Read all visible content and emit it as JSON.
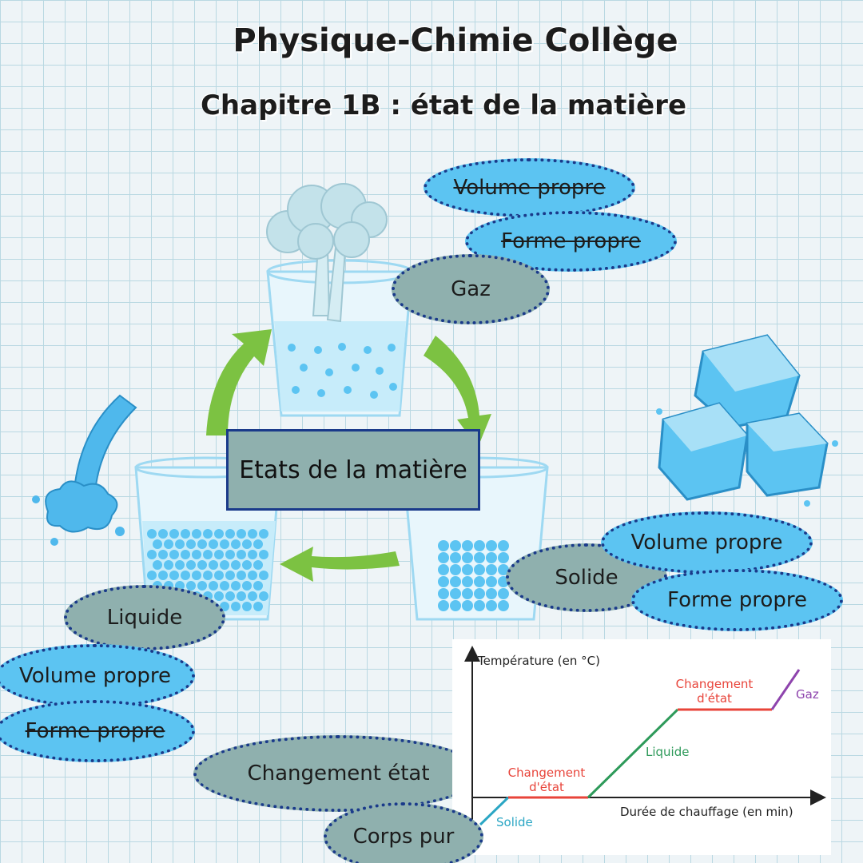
{
  "header": {
    "title": "Physique-Chimie Collège",
    "subtitle": "Chapitre 1B : état de la matière"
  },
  "center": {
    "label": "Etats de la matière"
  },
  "gaz": {
    "label": "Gaz",
    "properties": [
      "Volume propre",
      "Forme propre"
    ],
    "struck": [
      true,
      true
    ]
  },
  "solide": {
    "label": "Solide",
    "properties": [
      "Volume propre",
      "Forme propre"
    ],
    "struck": [
      false,
      false
    ]
  },
  "liquide": {
    "label": "Liquide",
    "properties": [
      "Volume propre",
      "Forme propre"
    ],
    "struck": [
      false,
      true
    ]
  },
  "concepts": {
    "changement": "Changement état",
    "corps_pur": "Corps pur"
  },
  "graph": {
    "y_label": "Température (en °C)",
    "x_label": "Durée de chauffage (en min)",
    "phases": [
      "Solide",
      "Changement d'état",
      "Liquide",
      "Changement d'état",
      "Gaz"
    ]
  },
  "colors": {
    "oval_blue": "#5cc4f2",
    "oval_grey": "#8fb0ae",
    "dotted_border": "#1a3a8a",
    "arrow_green": "#7cc242",
    "water": "#7fd0f2",
    "solide_line": "#2aa6c4",
    "changement_line": "#e8443a",
    "liquide_line": "#2e9a5a",
    "gaz_line": "#8e44ad"
  }
}
